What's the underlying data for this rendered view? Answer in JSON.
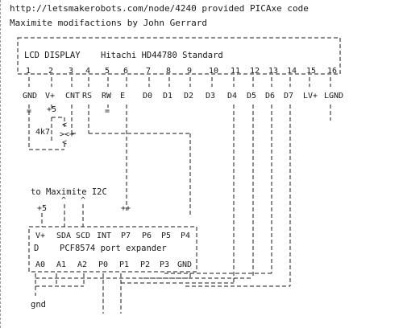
{
  "header": {
    "url_line": "http://letsmakerobots.com/node/4240 provided PICAxe code",
    "credit_line": "Maximite modifactions by John Gerrard"
  },
  "lcd": {
    "title": "LCD DISPLAY",
    "model": "Hitachi HD44780 Standard",
    "pin_numbers": [
      "1",
      "2",
      "3",
      "4",
      "5",
      "6",
      "7",
      "8",
      "9",
      "10",
      "11",
      "12",
      "13",
      "14",
      "15",
      "16"
    ],
    "pin_labels": [
      "GND",
      "V+",
      "CNT",
      "RS",
      "RW",
      "E",
      "D0",
      "D1",
      "D2",
      "D3",
      "D4",
      "D5",
      "D6",
      "D7",
      "LV+",
      "LGND"
    ]
  },
  "pot": {
    "supply": "+5",
    "value": "4k7",
    "gnd_symbol_1": "=",
    "gnd_symbol_rw": "="
  },
  "i2c": {
    "label": "to Maximite I2C"
  },
  "expander": {
    "supply": "+5",
    "top_pins": [
      "V+",
      "SDA",
      "SCD",
      "INT",
      "P7",
      "P6",
      "P5",
      "P4"
    ],
    "name_d": "D",
    "name": "PCF8574 port expander",
    "bottom_pins": [
      "A0",
      "A1",
      "A2",
      "P0",
      "P1",
      "P2",
      "P3",
      "GND"
    ],
    "gnd_label": "gnd"
  }
}
